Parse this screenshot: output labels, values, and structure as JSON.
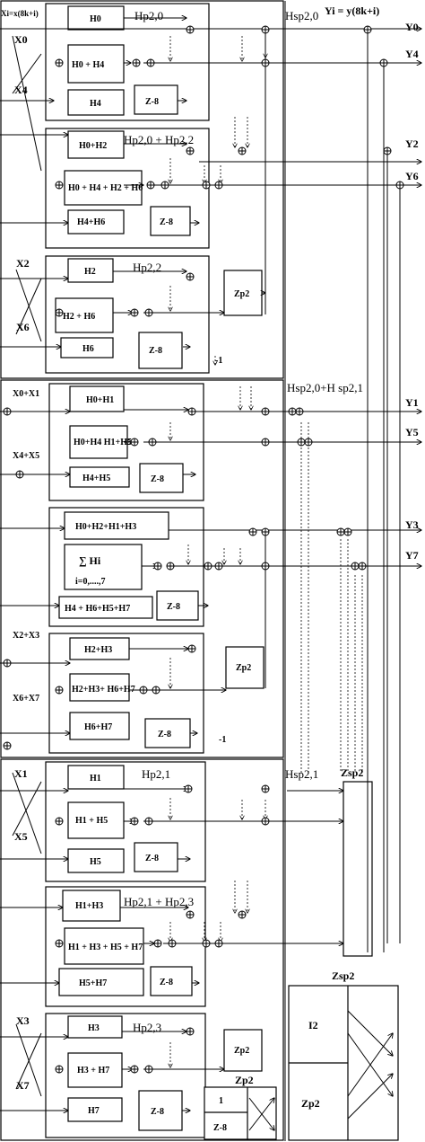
{
  "header": {
    "xi_def": "Xi=x(8k+i)",
    "yi_def": "Yi = y(8k+i)"
  },
  "inputs": [
    "X0",
    "X4",
    "X2",
    "X6",
    "X0+X1",
    "X4+X5",
    "X2+X3",
    "X6+X7",
    "X1",
    "X5",
    "X3",
    "X7"
  ],
  "outputs": [
    "Y0",
    "Y4",
    "Y2",
    "Y6",
    "Y1",
    "Y5",
    "Y3",
    "Y7"
  ],
  "stage_labels": {
    "s1_top": "Hp2,0",
    "s1_mid": "Hp2,0 + Hp2,2",
    "s1_bot": "Hp2,2",
    "sp_top": "Hsp2,0",
    "sp_mid": "Hsp2,0+H sp2,1",
    "s3_top": "Hp2,1",
    "s3_mid": "Hp2,1 + Hp2,3",
    "s3_bot": "Hp2,3",
    "sp_bot": "Hsp2,1"
  },
  "blocks": {
    "g1": [
      "H0",
      "H0 + H4",
      "H4",
      "Z-8"
    ],
    "g2": [
      "H0+H2",
      "H0 + H4 + H2 + H6",
      "H4+H6",
      "Z-8"
    ],
    "g3": [
      "H2",
      "H2 + H6",
      "H6",
      "Z-8"
    ],
    "g4": [
      "H0+H1",
      "H0+H4 H1+H5",
      "H4+H5",
      "Z-8"
    ],
    "g5": [
      "H0+H2+H1+H3",
      "∑ Hi",
      "i=0,....,7",
      "H4 + H6+H5+H7",
      "Z-8"
    ],
    "g6": [
      "H2+H3",
      "H2+H3+ H6+H7",
      "H6+H7",
      "Z-8"
    ],
    "g7": [
      "H1",
      "H1 + H5",
      "H5",
      "Z-8"
    ],
    "g8": [
      "H1+H3",
      "H1 + H3 + H5 + H7",
      "H5+H7",
      "Z-8"
    ],
    "g9": [
      "H3",
      "H3 + H7",
      "H7",
      "Z-8"
    ]
  },
  "zp2": "Zp2",
  "minus_one": "-1",
  "zsp2": "Zsp2",
  "legend_zsp": {
    "title": "Zsp2",
    "i2": "I2",
    "zp2": "Zp2"
  },
  "legend_zp": {
    "title": "Zp2",
    "one": "1",
    "z8": "Z-8"
  }
}
